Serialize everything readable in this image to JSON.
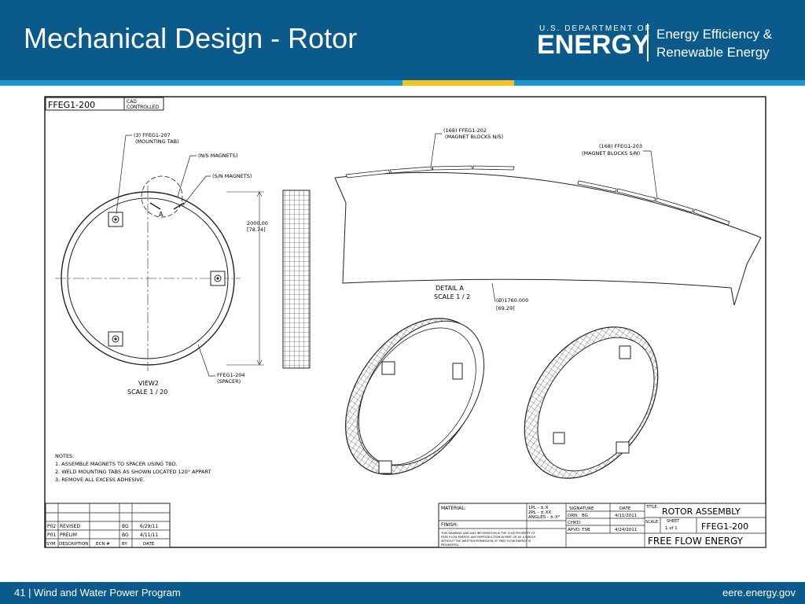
{
  "header": {
    "title": "Mechanical Design - Rotor",
    "logo_small": "U.S. DEPARTMENT OF",
    "logo_big": "ENERGY",
    "office_line1": "Energy Efficiency &",
    "office_line2": "Renewable Energy"
  },
  "colors": {
    "header_bg": "#0a5a8c",
    "stripe_blue": "#1a98d5",
    "stripe_yellow": "#f3c318"
  },
  "drawing": {
    "part_no_box": "FFEG1-200",
    "cad_line1": "CAD",
    "cad_line2": "CONTROLLED",
    "callout_tab_1": "(3) FFEG1-207",
    "callout_tab_2": "(MOUNTING TAB)",
    "callout_ns": "(N/S MAGNETS)",
    "callout_sn": "(S/N MAGNETS)",
    "dim_2000_1": "2000.00",
    "dim_2000_2": "[78.74]",
    "callout_spacer_1": "FFEG1-204",
    "callout_spacer_2": "(SPACER)",
    "label_a": "A",
    "view_label_1": "VIEW2",
    "view_label_2": "SCALE 1 / 20",
    "callout_202_1": "(168) FFEG1-202",
    "callout_202_2": "(MAGNET BLOCKS N/S)",
    "callout_203_1": "(168) FFEG1-203",
    "callout_203_2": "(MAGNET BLOCKS S/N)",
    "detail_1": "DETAIL  A",
    "detail_2": "SCALE 1 / 2",
    "dia_1": "(Ø)1760.000",
    "dia_2": "[69.29]",
    "notes_title": "NOTES:",
    "note_1": "1. ASSEMBLE MAGNETS TO SPACER USING TBD.",
    "note_2": "2. WELD MOUNTING TABS AS SHOWN LOCATED 120° APPART",
    "note_3": "3. REMOVE ALL EXCESS ADHESIVE."
  },
  "revision_block": {
    "rows": [
      {
        "sym": "P02",
        "desc": "REVISED",
        "by": "BG",
        "date": "6/29/11"
      },
      {
        "sym": "P01",
        "desc": "PRELIM",
        "by": "BG",
        "date": "4/11/11"
      }
    ],
    "header": {
      "sym": "SYM",
      "desc": "DESCRIPTION",
      "ecn": "ECN #",
      "by": "BY",
      "date": "DATE"
    }
  },
  "title_block": {
    "material": "MATERIAL:",
    "finish": "FINISH:",
    "tol_1": "1PL - ±.X",
    "tol_2": "2PL - ±.XX",
    "tol_3": "ANGLES - ±.X°",
    "sig_header": "SIGNATURE",
    "date_header": "DATE",
    "drn_label": "DRN:",
    "drn_by": "BG",
    "drn_date": "4/11/2011",
    "chkd_label": "CHKD:",
    "apvd_label": "APVD:",
    "apvd_by": "TSB",
    "apvd_date": "4/24/2011",
    "title_label": "TITLE:",
    "title_value": "ROTOR ASSEMBLY",
    "scale_label": "SCALE:",
    "sheet_label": "SHEET",
    "sheet_value": "1 of 1",
    "dwg_no": "FFEG1-200",
    "company": "FREE FLOW ENERGY",
    "proprietary_1": "THIS DRAWING AND ANY INFORMATION IS THE SOLE PROPERTY OF",
    "proprietary_2": "FREE FLOW ENERGY. ANY REPRODUCTION IN PART OR AS A WHOLE",
    "proprietary_3": "WITHOUT THE WRITTEN PERMISSION OF FREE FLOW ENERGY IS",
    "proprietary_4": "PROHIBITED."
  },
  "footer": {
    "left": "41 | Wind and Water Power Program",
    "right": "eere.energy.gov"
  }
}
